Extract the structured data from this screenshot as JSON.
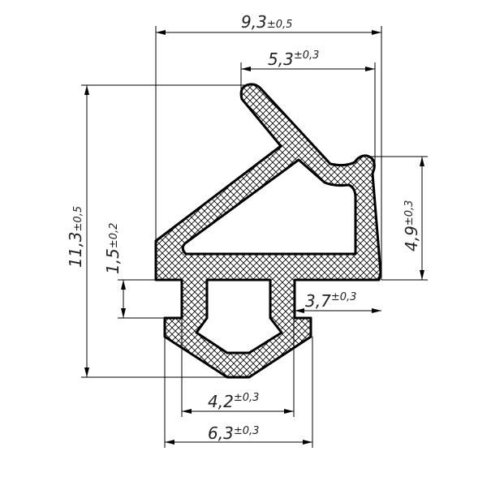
{
  "drawing": {
    "line_color": "#000000",
    "hatch": "crosshatch",
    "dimensions": {
      "overall_width": {
        "value": "9,3",
        "tolerance": "±0,5"
      },
      "lip_width": {
        "value": "5,3",
        "tolerance": "±0,3"
      },
      "overall_height": {
        "value": "11,3",
        "tolerance": "±0,5"
      },
      "step_height": {
        "value": "1,5",
        "tolerance": "±0,2"
      },
      "upper_height": {
        "value": "4,9",
        "tolerance": "±0,3"
      },
      "flange_offset": {
        "value": "3,7",
        "tolerance": "±0,3"
      },
      "stem_width": {
        "value": "4,2",
        "tolerance": "±0,3"
      },
      "base_width": {
        "value": "6,3",
        "tolerance": "±0,3"
      }
    }
  }
}
